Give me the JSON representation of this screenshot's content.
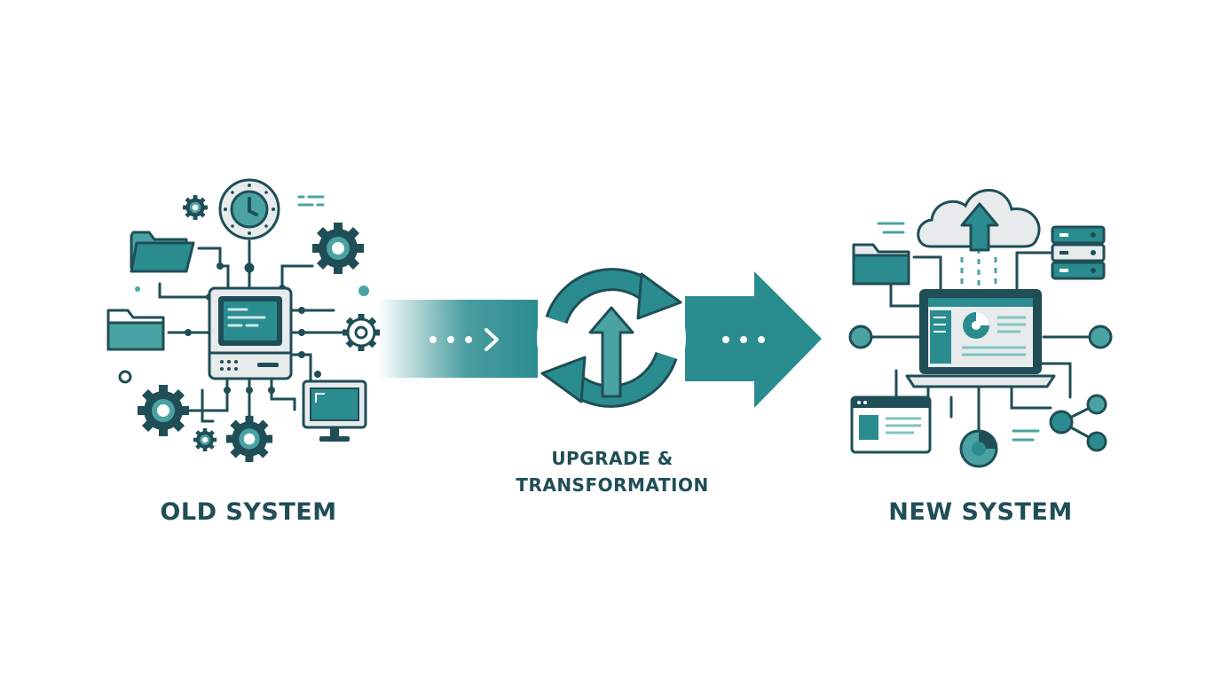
{
  "colors": {
    "dark_teal": "#1f4e56",
    "teal": "#2a8c8f",
    "mid_teal": "#4aa3a2",
    "light_teal": "#7fc4c0",
    "gray_fill": "#e7ebec"
  },
  "old_system": {
    "label": "OLD SYSTEM",
    "icons": [
      "folder-icon",
      "folder-icon",
      "clock-icon",
      "gear-icon",
      "gear-icon",
      "gear-icon",
      "gear-icon",
      "gear-icon",
      "gear-icon",
      "legacy-computer-icon",
      "monitor-icon"
    ]
  },
  "transition": {
    "label_line1": "UPGRADE &",
    "label_line2": "TRANSFORMATION",
    "icon": "refresh-arrows-icon"
  },
  "new_system": {
    "label": "NEW SYSTEM",
    "icons": [
      "cloud-upload-icon",
      "server-icon",
      "folder-icon",
      "laptop-dashboard-icon",
      "browser-window-icon",
      "pie-chart-icon",
      "share-nodes-icon"
    ]
  }
}
